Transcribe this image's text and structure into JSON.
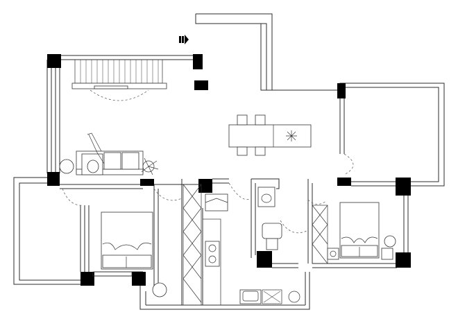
{
  "plan": {
    "type": "residential floor plan",
    "style": "black and white line drawing",
    "entry_arrow": "arrow-right-icon",
    "rooms": [
      {
        "id": "living-room",
        "furniture": [
          "sofa",
          "armchair",
          "tv-cabinet",
          "side-table",
          "plant"
        ]
      },
      {
        "id": "dining-area",
        "furniture": [
          "dining-table",
          "chairs",
          "flower-vase"
        ]
      },
      {
        "id": "bedroom-left",
        "furniture": [
          "double-bed",
          "pillows",
          "wardrobe"
        ]
      },
      {
        "id": "bedroom-right",
        "furniture": [
          "double-bed",
          "nightstands",
          "side-table",
          "wardrobe"
        ]
      },
      {
        "id": "kitchen",
        "furniture": [
          "stove",
          "counter",
          "sink",
          "fridge"
        ]
      },
      {
        "id": "bathroom",
        "furniture": [
          "toilet",
          "washbasin"
        ]
      },
      {
        "id": "balcony-left",
        "furniture": []
      },
      {
        "id": "balcony-right",
        "furniture": []
      }
    ],
    "colors": {
      "wall": "#2b2b2b",
      "column": "#000000",
      "background": "#ffffff"
    }
  }
}
